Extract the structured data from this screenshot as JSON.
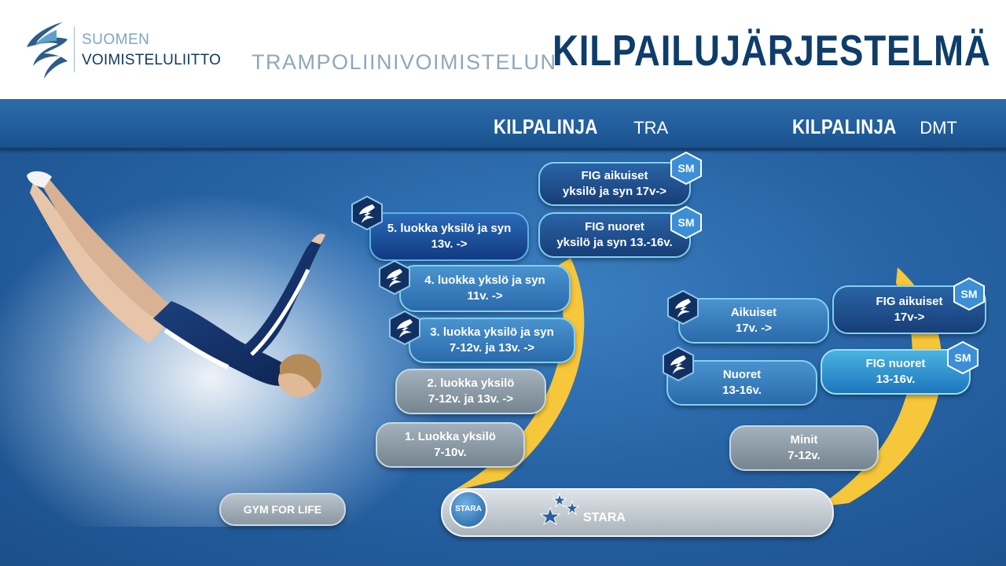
{
  "header": {
    "logo_line1": "SUOMEN",
    "logo_line2": "VOIMISTELULIITTO",
    "subtitle": "TRAMPOLIINIVOIMISTELUN",
    "title": "KILPAILUJÄRJESTELMÄ"
  },
  "columns": {
    "tra": {
      "bold": "KILPALINJA",
      "light": "TRA"
    },
    "dmt": {
      "bold": "KILPALINJA",
      "light": "DMT"
    }
  },
  "tra_levels": [
    {
      "line1": "FIG aikuiset",
      "line2": "yksilö ja syn 17v->",
      "badge": "SM"
    },
    {
      "line1": "FIG nuoret",
      "line2": "yksilö ja syn 13.-16v.",
      "badge": "SM"
    },
    {
      "line1": "5. luokka yksilö ja syn",
      "line2": "13v. ->"
    },
    {
      "line1": "4. luokka ykslö ja syn",
      "line2": "11v. ->"
    },
    {
      "line1": "3. luokka yksilö ja syn",
      "line2": "7-12v. ja 13v. ->"
    },
    {
      "line1": "2. luokka yksilö",
      "line2": "7-12v. ja 13v. ->"
    },
    {
      "line1": "1. Luokka yksilö",
      "line2": "7-10v."
    }
  ],
  "dmt_levels": [
    {
      "line1": "FIG aikuiset",
      "line2": "17v->",
      "badge": "SM"
    },
    {
      "line1": "Aikuiset",
      "line2": "17v. ->"
    },
    {
      "line1": "FIG nuoret",
      "line2": "13-16v.",
      "badge": "SM"
    },
    {
      "line1": "Nuoret",
      "line2": "13-16v."
    },
    {
      "line1": "Minit",
      "line2": "7-12v."
    }
  ],
  "base": {
    "gym_for_life": "GYM FOR LIFE",
    "stara": "STARA",
    "stara_badge": "STARA"
  },
  "colors": {
    "header_title": "#0e3d6a",
    "subtitle": "#8fa8b9",
    "arc": "#f6c73a",
    "background": "#1f5a99"
  }
}
